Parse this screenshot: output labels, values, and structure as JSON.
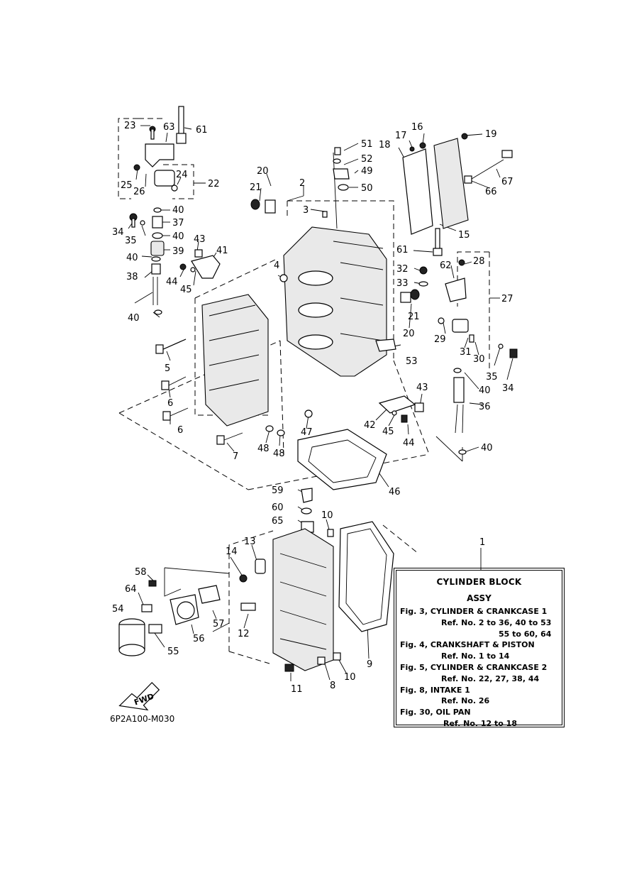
{
  "legend": {
    "title": "CYLINDER BLOCK",
    "assy": "ASSY",
    "entries": [
      {
        "fig": "Fig. 3, CYLINDER & CRANKCASE 1",
        "refs": [
          "Ref. No. 2 to 36, 40 to 53",
          "55 to 60, 64"
        ]
      },
      {
        "fig": "Fig. 4, CRANKSHAFT & PISTON",
        "refs": [
          "Ref. No. 1 to 14"
        ]
      },
      {
        "fig": "Fig. 5, CYLINDER & CRANKCASE 2",
        "refs": [
          "Ref. No. 22, 27, 38, 44"
        ]
      },
      {
        "fig": "Fig. 8, INTAKE 1",
        "refs": [
          "Ref. No. 26"
        ]
      },
      {
        "fig": "Fig. 30, OIL PAN",
        "refs": [
          "Ref. No. 12 to 18"
        ]
      }
    ]
  },
  "diagram_code": "6P2A100-M030",
  "fwd_label": "FWD",
  "callouts": [
    "1",
    "2",
    "3",
    "4",
    "5",
    "6",
    "6",
    "7",
    "8",
    "9",
    "10",
    "10",
    "11",
    "12",
    "13",
    "14",
    "15",
    "16",
    "17",
    "18",
    "19",
    "20",
    "20",
    "21",
    "21",
    "22",
    "23",
    "24",
    "25",
    "26",
    "27",
    "28",
    "29",
    "30",
    "31",
    "32",
    "33",
    "34",
    "34",
    "35",
    "35",
    "36",
    "37",
    "38",
    "39",
    "40",
    "40",
    "40",
    "40",
    "40",
    "40",
    "41",
    "42",
    "43",
    "43",
    "44",
    "44",
    "45",
    "45",
    "46",
    "47",
    "48",
    "48",
    "49",
    "50",
    "51",
    "52",
    "53",
    "54",
    "55",
    "56",
    "57",
    "58",
    "59",
    "60",
    "61",
    "61",
    "62",
    "63",
    "64",
    "65",
    "66",
    "67"
  ]
}
